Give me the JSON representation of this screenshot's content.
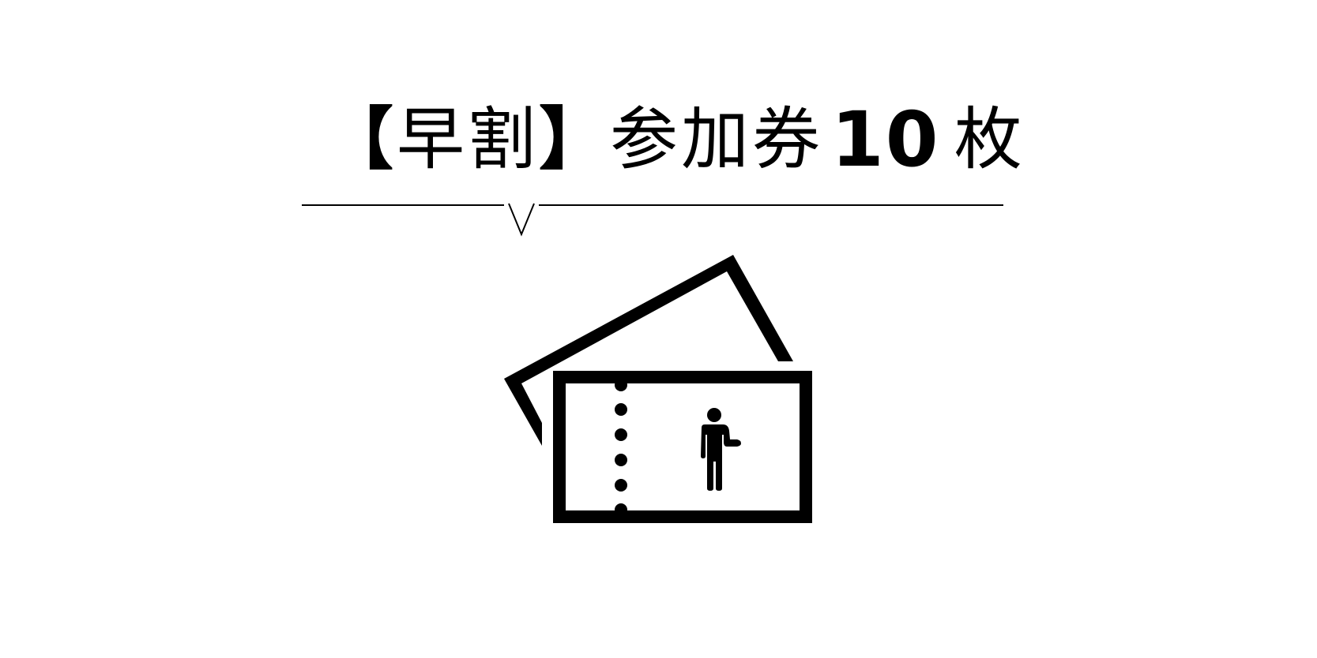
{
  "heading": {
    "bracket_open": "【",
    "label_prefix": "早割",
    "bracket_close": "】",
    "label_main": "参加券",
    "quantity": "10",
    "unit": "枚"
  },
  "divider": {
    "pointer_icon": "chevron-down-icon"
  },
  "illustration": {
    "icon": "tickets-icon",
    "front_ticket": {
      "perforation_dots": 6,
      "figure": "person-icon"
    },
    "back_ticket": "ticket-outline-icon"
  },
  "colors": {
    "foreground": "#000000",
    "background": "#ffffff"
  }
}
